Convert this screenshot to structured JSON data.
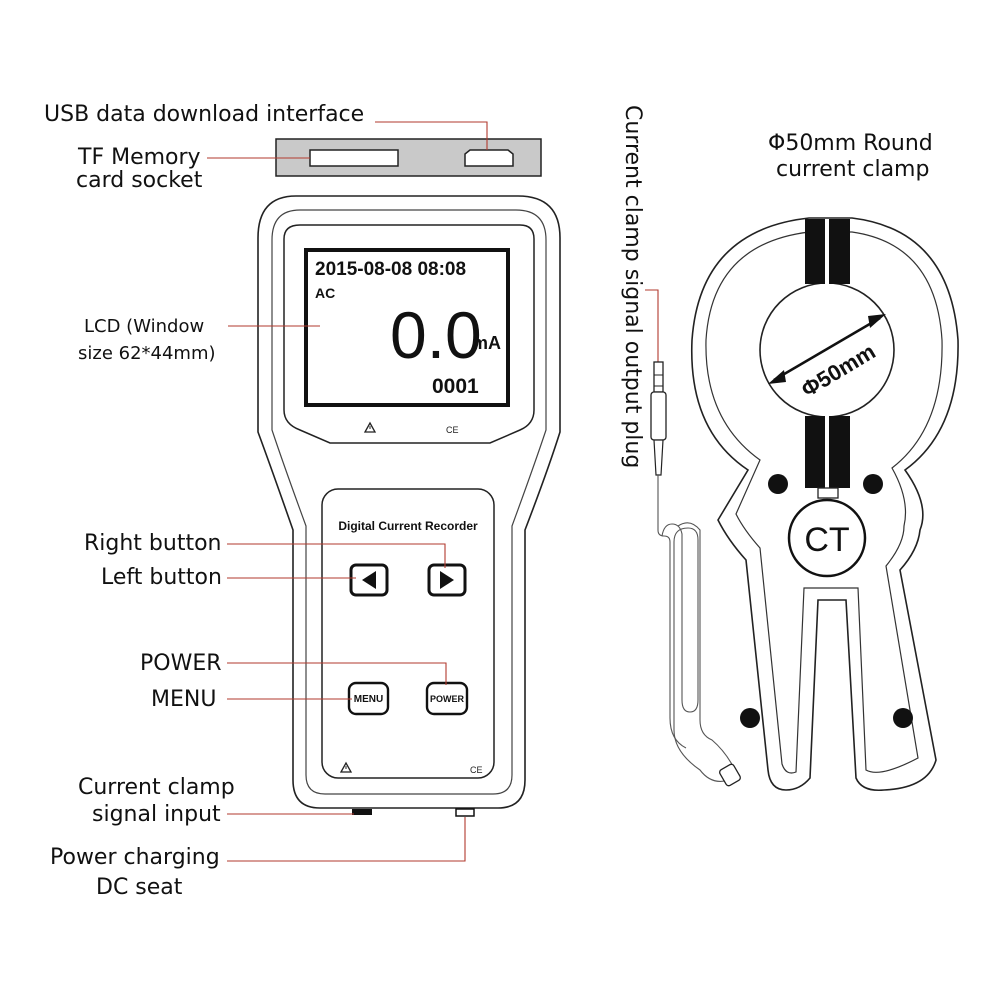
{
  "colors": {
    "leader": "#b23a2e",
    "outline": "#222222",
    "device_fill": "#ffffff",
    "usb_panel": "#c9c9c9"
  },
  "labels": {
    "usb_interface": "USB data download interface",
    "tf_socket_line1": "TF Memory",
    "tf_socket_line2": "card socket",
    "lcd_line1": "LCD (Window",
    "lcd_line2": "size 62*44mm)",
    "right_button": "Right button",
    "left_button": "Left button",
    "power": "POWER",
    "menu": "MENU",
    "clamp_input_line1": "Current clamp",
    "clamp_input_line2": "signal input",
    "dc_seat_line1": "Power charging",
    "dc_seat_line2": "DC seat",
    "output_plug": "Current clamp signal output plug",
    "round_clamp_line1": "Φ50mm Round",
    "round_clamp_line2": "current clamp"
  },
  "lcd": {
    "datetime": "2015-08-08 08:08",
    "mode": "AC",
    "reading": "0.0",
    "unit": "mA",
    "counter": "0001"
  },
  "device": {
    "panel_title": "Digital Current Recorder",
    "menu_key": "MENU",
    "power_key": "POWER",
    "ce_mark": "CE"
  },
  "clamp": {
    "diameter_label": "Φ50mm",
    "ct_label": "CT"
  },
  "icons": [
    "left-arrow-icon",
    "right-arrow-icon",
    "warning-icon",
    "ce-mark-icon"
  ]
}
